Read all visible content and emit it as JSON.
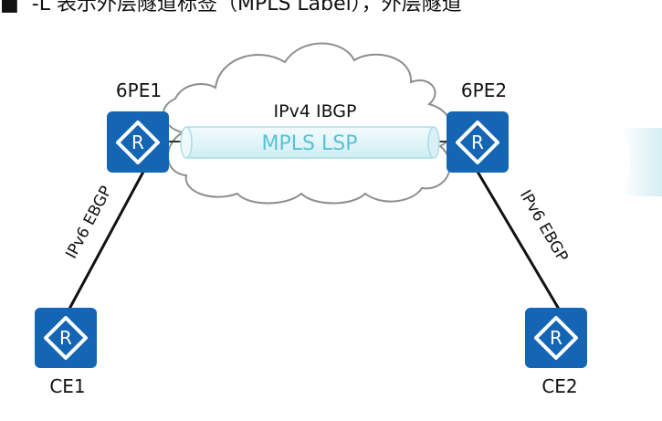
{
  "top_text": "■ ‘-L’表示外层隧道标签（MPLS Label），外层隧道",
  "cloud_label": "IPv4 IBGP",
  "tunnel_label": "MPLS LSP",
  "routers": {
    "pe1": {
      "label": "6PE1",
      "icon": "router-icon"
    },
    "pe2": {
      "label": "6PE2",
      "icon": "router-icon"
    },
    "ce1": {
      "label": "CE1",
      "icon": "router-icon"
    },
    "ce2": {
      "label": "CE2",
      "icon": "router-icon"
    }
  },
  "links": {
    "left": "IPv6 EBGP",
    "right": "IPv6 EBGP"
  },
  "colors": {
    "router_fill": "#1565b5",
    "tunnel_text": "#5bc0d8",
    "tunnel_fill": "#e6f6f9"
  }
}
